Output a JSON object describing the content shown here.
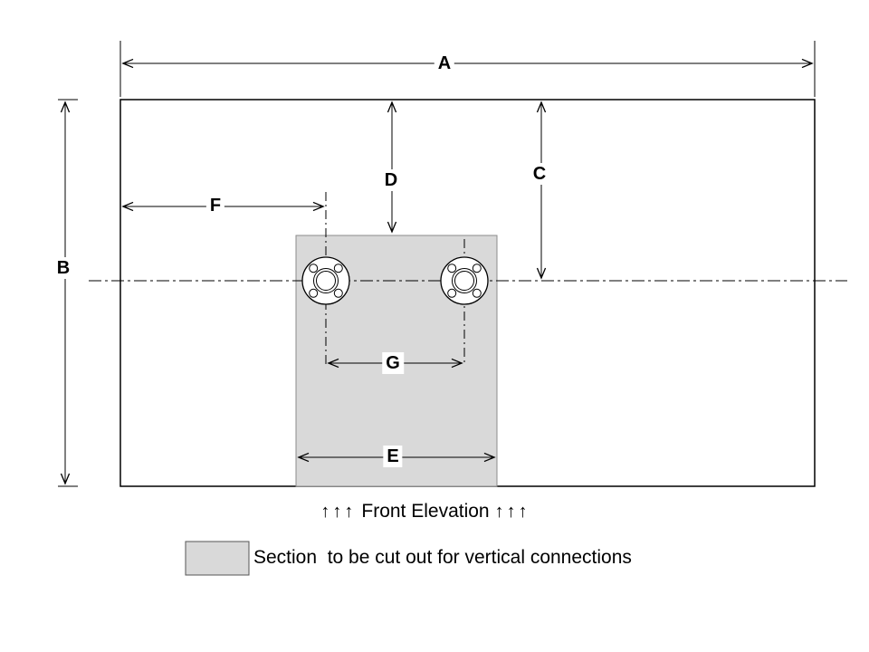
{
  "diagram": {
    "labels": {
      "A": "A",
      "B": "B",
      "C": "C",
      "D": "D",
      "E": "E",
      "F": "F",
      "G": "G"
    },
    "caption": {
      "left_arrows": "↑↑↑",
      "text": "Front Elevation",
      "right_arrows": "↑↑↑"
    },
    "legend": {
      "text": "Section  to be cut out for vertical connections"
    },
    "colors": {
      "section_fill": "#d9d9d9",
      "line": "#000000"
    }
  }
}
